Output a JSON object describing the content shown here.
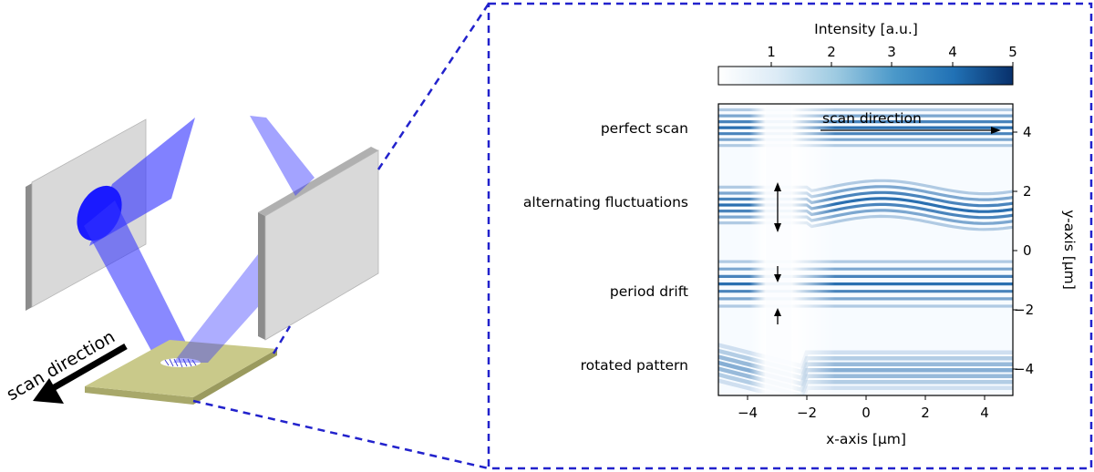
{
  "left_panel": {
    "scan_direction_label": "scan direction"
  },
  "plot": {
    "colorbar": {
      "label": "Intensity [a.u.]",
      "ticks": [
        "1",
        "2",
        "3",
        "4",
        "5"
      ],
      "colormap": [
        "#ffffff",
        "#dcebf6",
        "#9dcae1",
        "#4a98c9",
        "#2171b5",
        "#08306b"
      ]
    },
    "row_labels": {
      "perfect_scan": "perfect scan",
      "alternating": "alternating fluctuations",
      "period_drift": "period drift",
      "rotated": "rotated pattern"
    },
    "scan_direction_label": "scan direction",
    "x_axis": {
      "label": "x-axis [μm]",
      "ticks": [
        "−4",
        "−2",
        "0",
        "2",
        "4"
      ]
    },
    "y_axis": {
      "label": "y-axis [μm]",
      "ticks": [
        "4",
        "2",
        "0",
        "−2",
        "−4"
      ]
    }
  },
  "colors": {
    "beam": "#3333ff",
    "mirror_face": "#d9d9d9",
    "mirror_edge": "#8c8c8c",
    "substrate": "#c9c98a",
    "zoom_border": "#2222cc",
    "pattern": "#2a6fb0"
  }
}
